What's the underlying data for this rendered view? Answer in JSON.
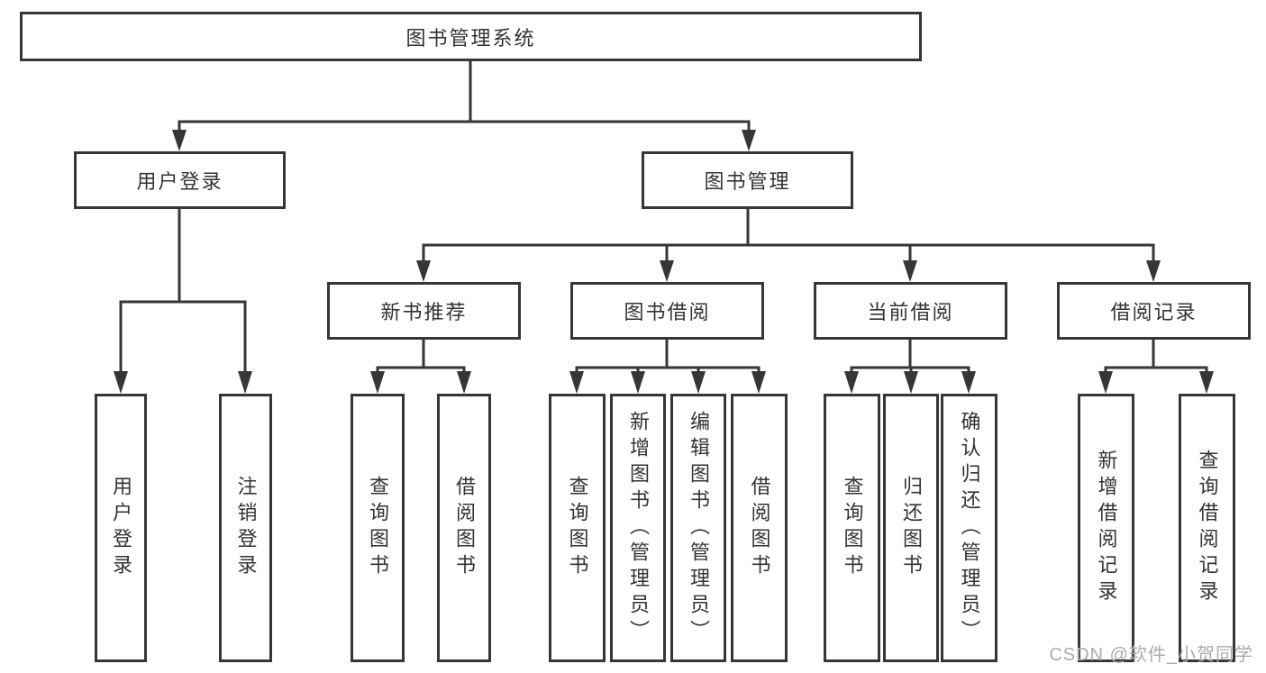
{
  "diagram": {
    "root": {
      "label": "图书管理系统"
    },
    "branches": [
      {
        "label": "用户登录",
        "children": [
          {
            "label": "用户登录"
          },
          {
            "label": "注销登录"
          }
        ]
      },
      {
        "label": "图书管理",
        "children": [
          {
            "label": "新书推荐",
            "children": [
              {
                "label": "查询图书"
              },
              {
                "label": "借阅图书"
              }
            ]
          },
          {
            "label": "图书借阅",
            "children": [
              {
                "label": "查询图书"
              },
              {
                "label": "新增图书（管理员）"
              },
              {
                "label": "编辑图书（管理员）"
              },
              {
                "label": "借阅图书"
              }
            ]
          },
          {
            "label": "当前借阅",
            "children": [
              {
                "label": "查询图书"
              },
              {
                "label": "归还图书"
              },
              {
                "label": "确认归还（管理员）"
              }
            ]
          },
          {
            "label": "借阅记录",
            "children": [
              {
                "label": "新增借阅记录"
              },
              {
                "label": "查询借阅记录"
              }
            ]
          }
        ]
      }
    ]
  },
  "watermark": "CSDN @软件_小贺同学",
  "colors": {
    "line": "#363636",
    "text": "#333333",
    "watermark": "#ababab",
    "background": "#ffffff"
  }
}
